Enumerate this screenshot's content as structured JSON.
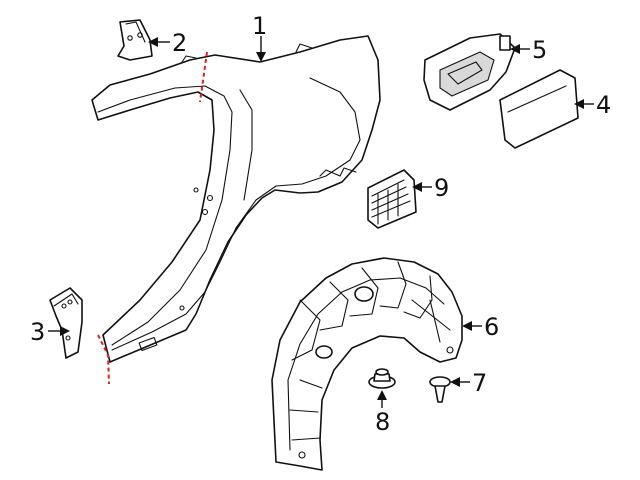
{
  "callouts": {
    "c1": "1",
    "c2": "2",
    "c3": "3",
    "c4": "4",
    "c5": "5",
    "c6": "6",
    "c7": "7",
    "c8": "8",
    "c9": "9"
  },
  "colors": {
    "line": "#111111",
    "cut_line": "#e0201a",
    "background": "#ffffff"
  }
}
